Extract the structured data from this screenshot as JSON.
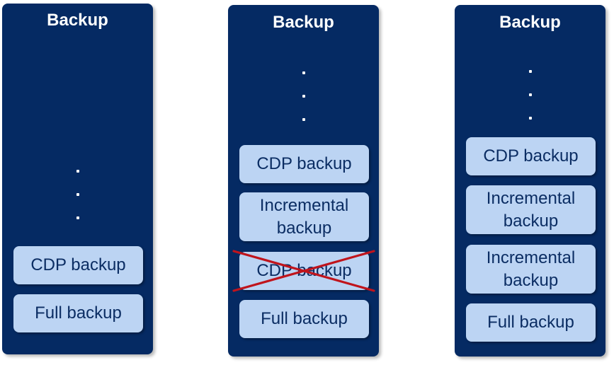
{
  "columns": [
    {
      "title": "Backup",
      "blocks": [
        {
          "label": "CDP backup",
          "crossed": false
        },
        {
          "label": "Full backup",
          "crossed": false
        }
      ]
    },
    {
      "title": "Backup",
      "blocks": [
        {
          "label": "CDP backup",
          "crossed": false
        },
        {
          "label": "Incremental backup",
          "crossed": false
        },
        {
          "label": "CDP backup",
          "crossed": true
        },
        {
          "label": "Full backup",
          "crossed": false
        }
      ]
    },
    {
      "title": "Backup",
      "blocks": [
        {
          "label": "CDP backup",
          "crossed": false
        },
        {
          "label": "Incremental backup",
          "crossed": false
        },
        {
          "label": "Incremental backup",
          "crossed": false
        },
        {
          "label": "Full backup",
          "crossed": false
        }
      ]
    }
  ],
  "colors": {
    "column_bg": "#052a63",
    "block_bg": "#bcd4f3",
    "block_text": "#0b2d63",
    "cross": "#c0141c"
  }
}
